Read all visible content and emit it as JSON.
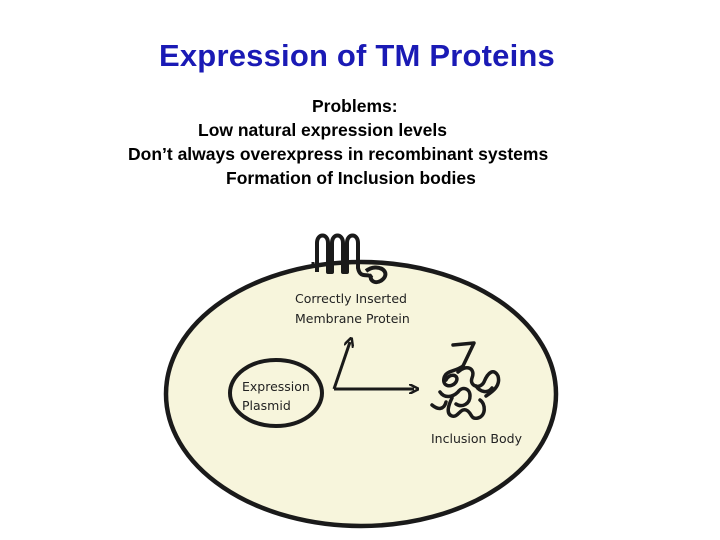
{
  "slide": {
    "title": "Expression of TM Proteins",
    "problems_heading": "Problems:",
    "problems": [
      "Low natural expression levels",
      "Don’t always overexpress in recombinant systems",
      "Formation of Inclusion bodies"
    ]
  },
  "diagram": {
    "membrane_protein_label_1": "Correctly Inserted",
    "membrane_protein_label_2": "Membrane Protein",
    "plasmid_label_1": "Expression",
    "plasmid_label_2": "Plasmid",
    "inclusion_body_label": "Inclusion Body",
    "cell_fill": "#f7f5dc",
    "outline_color": "#1a1a1a"
  }
}
